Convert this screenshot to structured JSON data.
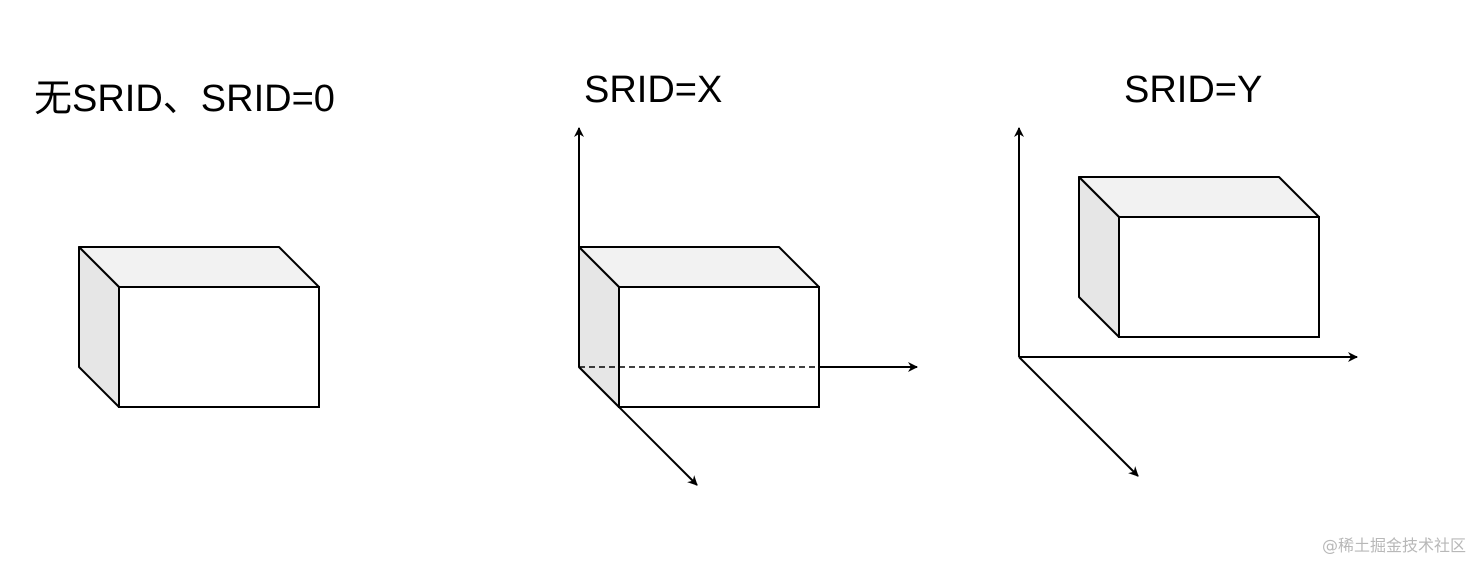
{
  "panels": [
    {
      "title": "无SRID、SRID=0",
      "has_axes": false
    },
    {
      "title": "SRID=X",
      "has_axes": true
    },
    {
      "title": "SRID=Y",
      "has_axes": true
    }
  ],
  "watermark": "@稀土掘金技术社区",
  "colors": {
    "stroke": "#000000",
    "box_front": "#ffffff",
    "box_top": "#f2f2f2",
    "box_side": "#e6e6e6",
    "watermark": "#b8b8b8"
  }
}
